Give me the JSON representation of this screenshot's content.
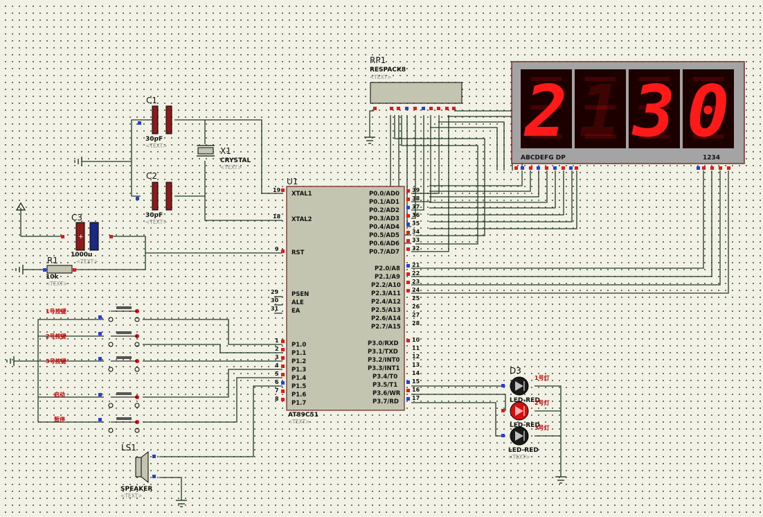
{
  "u1": {
    "ref": "U1",
    "part": "AT89C51",
    "text": "<TEXT>",
    "xtal1": "XTAL1",
    "xtal2": "XTAL2",
    "rst": "RST",
    "psen": "PSEN",
    "ale": "ALE",
    "ea": "EA",
    "pin19": "19",
    "pin18": "18",
    "pin9": "9",
    "pin29": "29",
    "pin30": "30",
    "pin31": "31",
    "left_pins": [
      {
        "num": "1",
        "name": "P1.0"
      },
      {
        "num": "2",
        "name": "P1.1"
      },
      {
        "num": "3",
        "name": "P1.2"
      },
      {
        "num": "4",
        "name": "P1.3"
      },
      {
        "num": "5",
        "name": "P1.4"
      },
      {
        "num": "6",
        "name": "P1.5"
      },
      {
        "num": "7",
        "name": "P1.6"
      },
      {
        "num": "8",
        "name": "P1.7"
      }
    ],
    "p0_pins": [
      {
        "num": "39",
        "name": "P0.0/AD0"
      },
      {
        "num": "38",
        "name": "P0.1/AD1"
      },
      {
        "num": "37",
        "name": "P0.2/AD2"
      },
      {
        "num": "36",
        "name": "P0.3/AD3"
      },
      {
        "num": "35",
        "name": "P0.4/AD4"
      },
      {
        "num": "34",
        "name": "P0.5/AD5"
      },
      {
        "num": "33",
        "name": "P0.6/AD6"
      },
      {
        "num": "32",
        "name": "P0.7/AD7"
      }
    ],
    "p2_pins": [
      {
        "num": "21",
        "name": "P2.0/A8"
      },
      {
        "num": "22",
        "name": "P2.1/A9"
      },
      {
        "num": "23",
        "name": "P2.2/A10"
      },
      {
        "num": "24",
        "name": "P2.3/A11"
      },
      {
        "num": "25",
        "name": "P2.4/A12"
      },
      {
        "num": "26",
        "name": "P2.5/A13"
      },
      {
        "num": "27",
        "name": "P2.6/A14"
      },
      {
        "num": "28",
        "name": "P2.7/A15"
      }
    ],
    "p3_pins": [
      {
        "num": "10",
        "name": "P3.0/RXD"
      },
      {
        "num": "11",
        "name": "P3.1/TXD"
      },
      {
        "num": "12",
        "name": "P3.2/INT0"
      },
      {
        "num": "13",
        "name": "P3.3/INT1"
      },
      {
        "num": "14",
        "name": "P3.4/T0"
      },
      {
        "num": "15",
        "name": "P3.5/T1"
      },
      {
        "num": "16",
        "name": "P3.6/WR"
      },
      {
        "num": "17",
        "name": "P3.7/RD"
      }
    ]
  },
  "c1": {
    "ref": "C1",
    "value": "30pF",
    "text": "<TEXT>"
  },
  "c2": {
    "ref": "C2",
    "value": "30pF",
    "text": "<TEXT>"
  },
  "c3": {
    "ref": "C3",
    "value": "1000u",
    "text": "<TEXT>"
  },
  "x1": {
    "ref": "X1",
    "part": "CRYSTAL",
    "text": "<TEXT>"
  },
  "r1": {
    "ref": "R1",
    "value": "10k",
    "text": "<TEXT>"
  },
  "rp1": {
    "ref": "RP1",
    "part": "RESPACK8",
    "text": "<TEXT>"
  },
  "ls1": {
    "ref": "LS1",
    "part": "SPEAKER",
    "text": "<TEXT>"
  },
  "d3": {
    "ref": "D3",
    "part": "LED-RED",
    "text": "<TEXT>"
  },
  "d2": {
    "part": "LED-RED"
  },
  "d1": {
    "part": "LED-RED",
    "text": "<TEXT>"
  },
  "display": {
    "digits": [
      "2",
      "1",
      "3",
      "0"
    ],
    "seg_label": "ABCDEFG  DP",
    "com_label": "1234"
  },
  "buttons": [
    "1号按键",
    "2号按键",
    "3号按键",
    "启动",
    "暂停"
  ],
  "led_labels": [
    "1号灯",
    "2号灯",
    "3号灯"
  ],
  "colors": {
    "wire": "#1f3a24",
    "pin_red": "#e01b1b",
    "pin_blue": "#2340d8",
    "segment_on": "#ff1a1a",
    "chip_body": "#c4c5b0"
  }
}
